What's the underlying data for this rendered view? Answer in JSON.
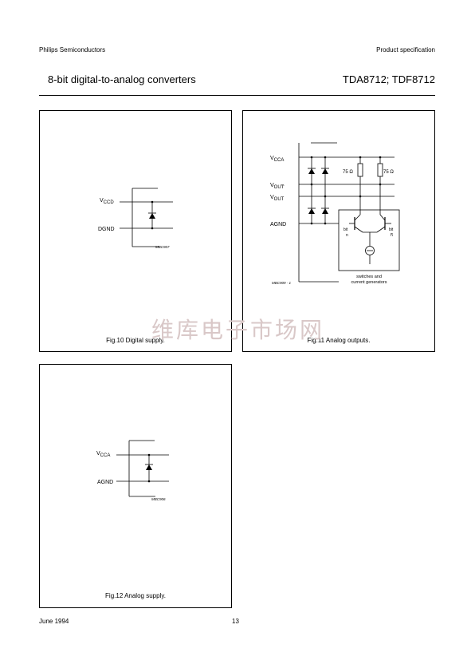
{
  "header": {
    "company": "Philips Semiconductors",
    "doc_type": "Product specification",
    "title": "8-bit digital-to-analog converters",
    "part": "TDA8712; TDF8712"
  },
  "fig10": {
    "caption": "Fig.10  Digital supply.",
    "vccd": "V",
    "vccd_sub": "CCD",
    "dgnd": "DGND",
    "code": "MBC907"
  },
  "fig11": {
    "caption": "Fig.11  Analog outputs.",
    "vcca": "V",
    "vcca_sub": "CCA",
    "vout_bar": "V",
    "vout_bar_sub": "OUT",
    "vout": "V",
    "vout_sub": "OUT",
    "agnd": "AGND",
    "r1": "75 Ω",
    "r2": "75 Ω",
    "bit": "bit",
    "n": "n",
    "bit2": "bit",
    "n_bar": "n",
    "block_label_1": "switches and",
    "block_label_2": "current generators",
    "code": "MBC909 - 1"
  },
  "fig12": {
    "caption": "Fig.12  Analog supply.",
    "vcca": "V",
    "vcca_sub": "CCA",
    "agnd": "AGND",
    "code": "MBC906"
  },
  "watermark": "维库电子市场网",
  "footer": {
    "date": "June 1994",
    "page": "13"
  }
}
